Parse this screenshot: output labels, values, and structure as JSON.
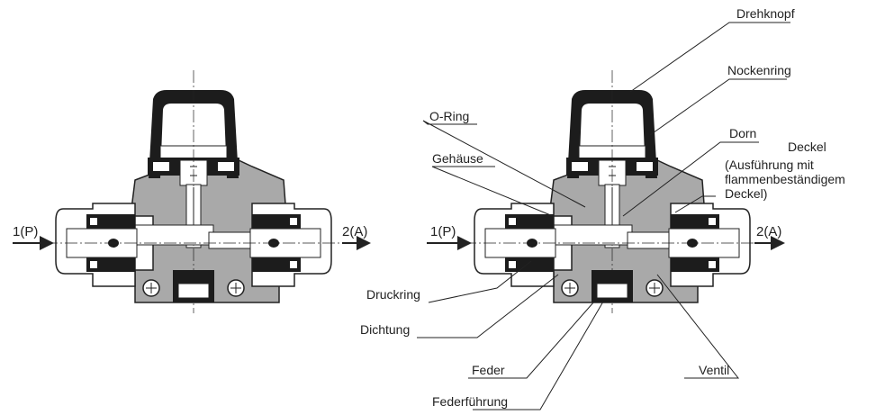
{
  "diagram": {
    "left_view": {
      "inlet_port": "1(P)",
      "outlet_port": "2(A)"
    },
    "right_view": {
      "inlet_port": "1(P)",
      "outlet_port": "2(A)",
      "callouts": {
        "drehknopf": "Drehknopf",
        "nockenring": "Nockenring",
        "o_ring": "O-Ring",
        "dorn": "Dorn",
        "deckel": "Deckel",
        "deckel_note_1": "(Ausführung mit",
        "deckel_note_2": "flammenbeständigem",
        "deckel_note_3": "Deckel)",
        "gehaeuse": "Gehäuse",
        "druckring": "Druckring",
        "dichtung": "Dichtung",
        "feder": "Feder",
        "ventil": "Ventil",
        "federfuehrung": "Federführung"
      }
    },
    "colors": {
      "body_fill": "#a9a9a9",
      "dark_part": "#1c1c1c",
      "line": "#222222",
      "background": "#ffffff"
    }
  }
}
